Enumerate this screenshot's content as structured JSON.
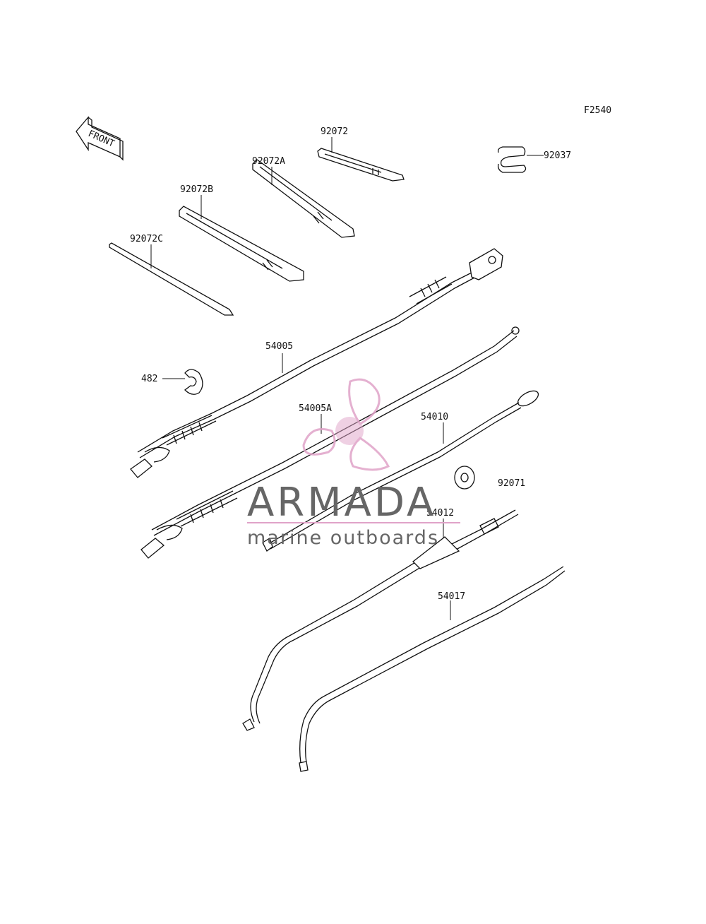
{
  "diagram": {
    "figure_code": "F2540",
    "front_arrow_label": "FRONT",
    "labels": {
      "p92072": "92072",
      "p92072A": "92072A",
      "p92072B": "92072B",
      "p92072C": "92072C",
      "p92037": "92037",
      "p54005": "54005",
      "p482": "482",
      "p54005A": "54005A",
      "p54010": "54010",
      "p92071": "92071",
      "p54012": "54012",
      "p54017": "54017"
    }
  },
  "watermark": {
    "brand": "ARMADA",
    "tagline": "marine outboards",
    "logo_icon": "propeller-icon",
    "accent_color": "#e0a3c8",
    "text_color": "#666666"
  }
}
